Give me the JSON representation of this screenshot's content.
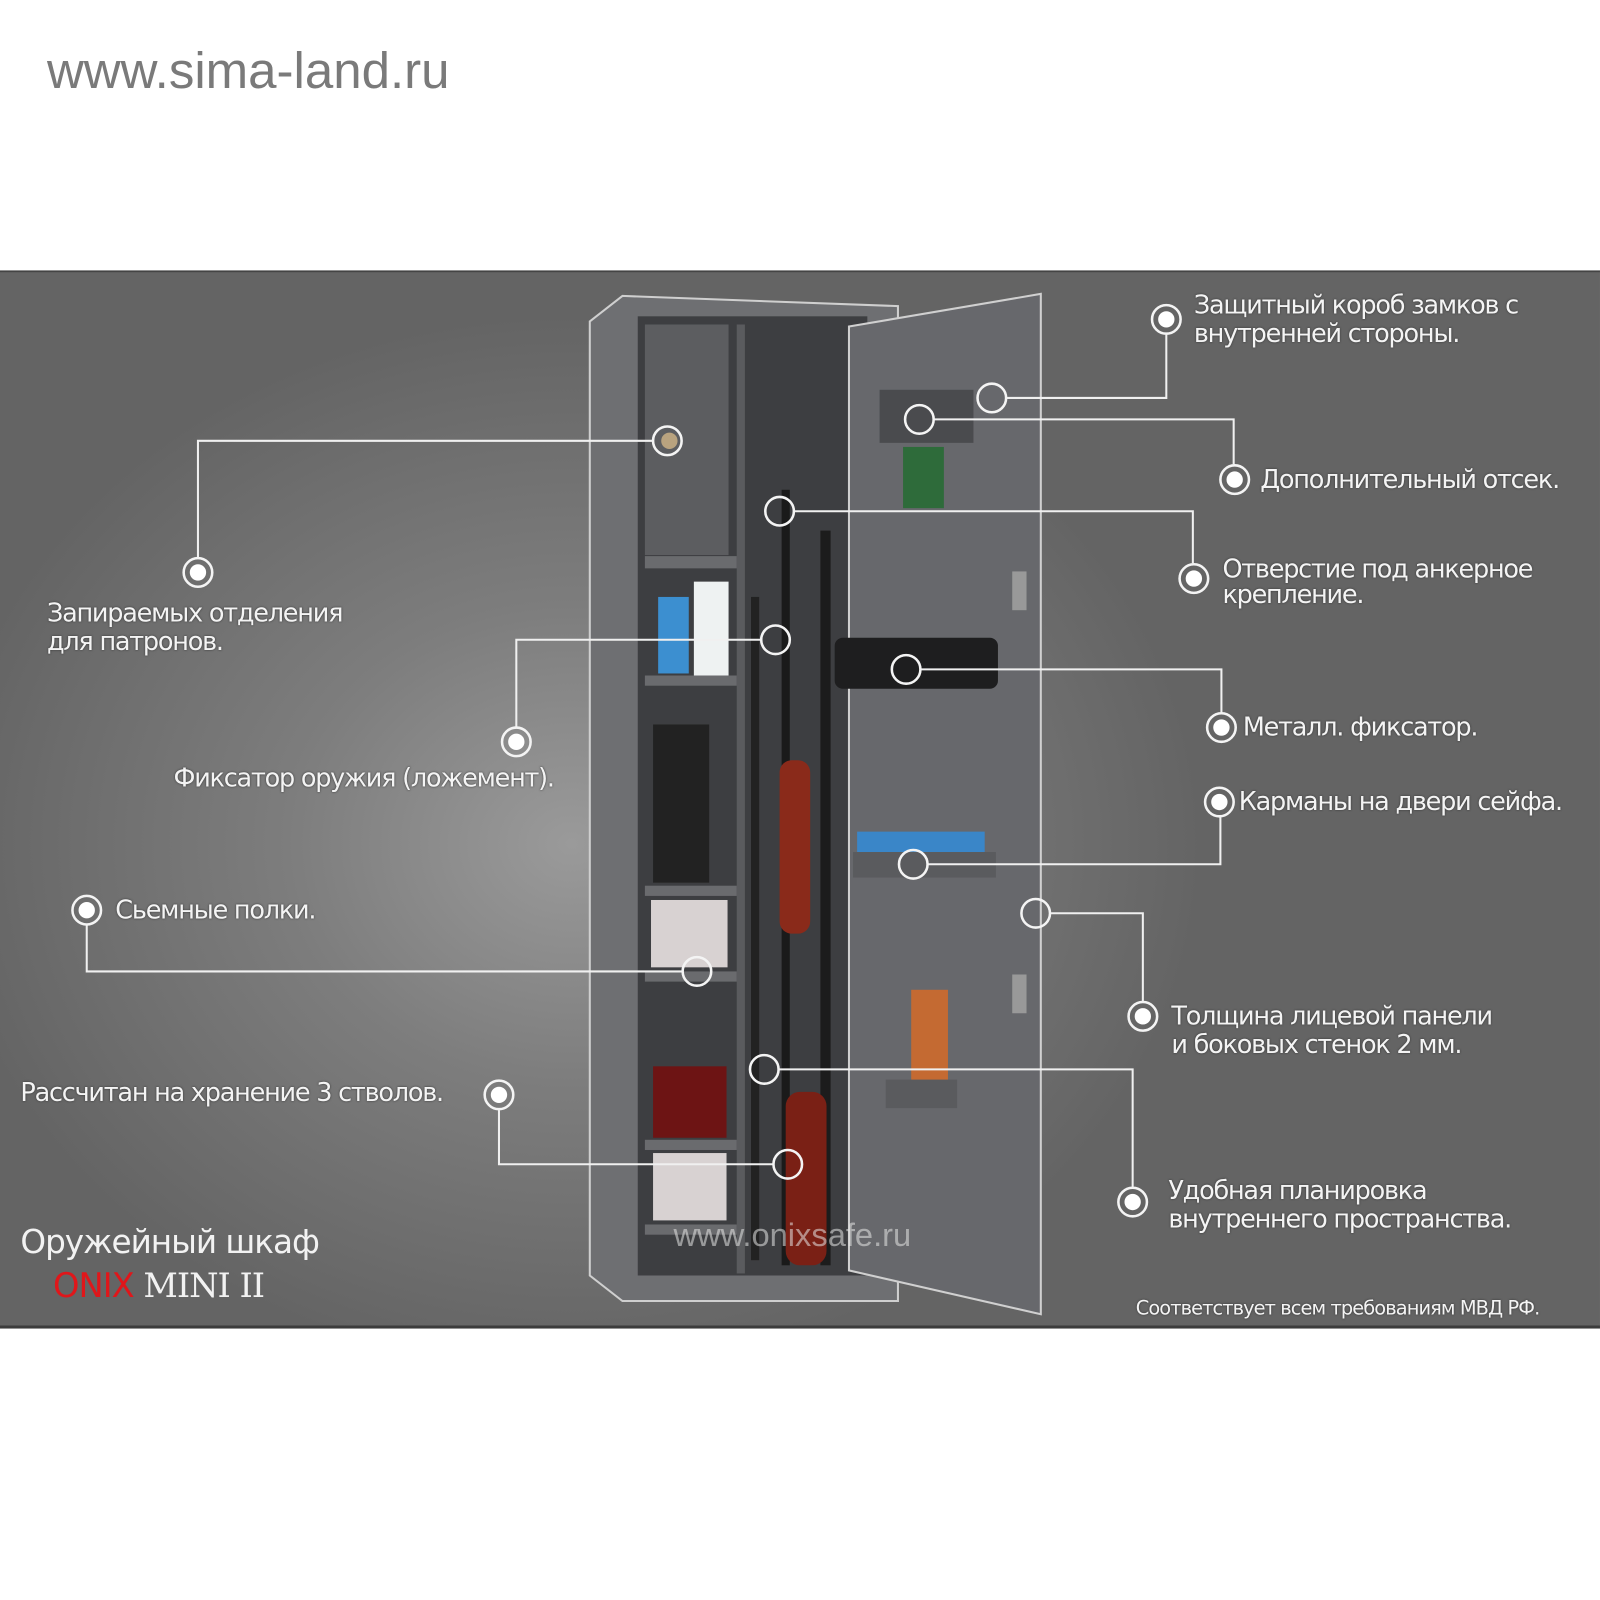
{
  "site_url": "www.sima-land.ru",
  "watermark": "www.onixsafe.ru",
  "product": {
    "title": "Оружейный шкаф",
    "brand": "ONIX",
    "model": " MINI II"
  },
  "callouts": {
    "lock_box": [
      "Защитный короб  замков с",
      "внутренней стороны."
    ],
    "extra_compartment": [
      "Дополнительный отсек."
    ],
    "anchor_hole": [
      "Отверстие под анкерное",
      "крепление."
    ],
    "metal_fixer": [
      "Металл. фиксатор."
    ],
    "door_pockets": [
      "Карманы на двери сейфа."
    ],
    "thickness": [
      "Толщина лицевой панели",
      "и боковых стенок 2 мм."
    ],
    "layout": [
      "Удобная планировка",
      "внутреннего пространства."
    ],
    "ammo": [
      "Запираемых отделения",
      "для патронов."
    ],
    "gun_holder": [
      "Фиксатор оружия (ложемент)."
    ],
    "shelves": [
      "Сьемные полки."
    ],
    "barrels": [
      "Рассчитан на хранение 3 стволов."
    ]
  },
  "compliance": "Соответствует всем требованиям МВД РФ.",
  "colors": {
    "brand_red": "#e0161a",
    "panel": "#7d7d7d",
    "line": "#f0f0f0"
  }
}
